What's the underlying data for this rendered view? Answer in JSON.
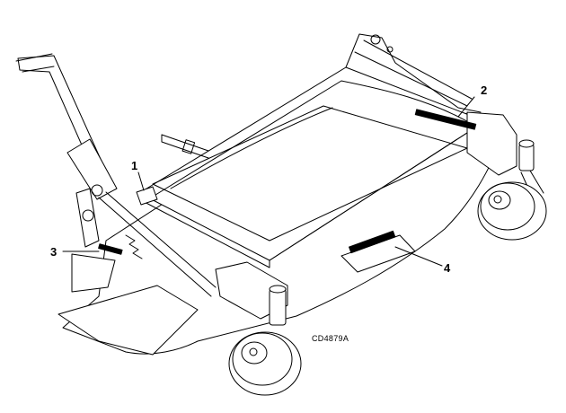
{
  "diagram": {
    "callouts": [
      {
        "id": "1",
        "label": "1"
      },
      {
        "id": "2",
        "label": "2"
      },
      {
        "id": "3",
        "label": "3"
      },
      {
        "id": "4",
        "label": "4"
      }
    ],
    "reference_code": "CD4879A"
  }
}
